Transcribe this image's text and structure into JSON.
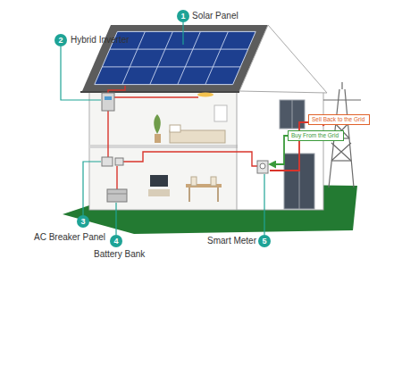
{
  "diagram": {
    "nodes": [
      {
        "text": [
          "1"
        ]
      },
      {
        "text": [
          "2"
        ]
      },
      {
        "text": [
          "Sell Back to the Grid"
        ]
      },
      {
        "text": [
          "Buy From the Grid"
        ]
      },
      {
        "text": [
          "3"
        ]
      },
      {
        "text": [
          "4"
        ]
      },
      {
        "text": [
          "5"
        ]
      }
    ],
    "labels": [
      "Solar Panel",
      "Hybrid Inverter",
      "AC Breaker Panel",
      "Battery Bank",
      "Smart Meter"
    ]
  }
}
